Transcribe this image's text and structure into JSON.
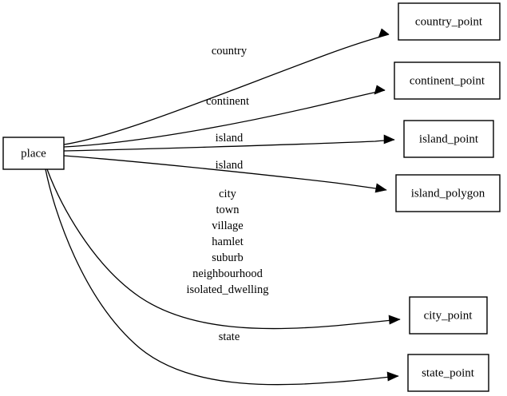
{
  "diagram": {
    "type": "graphviz-directed-graph",
    "background_color": "#ffffff",
    "line_color": "#000000",
    "node_fill_color": "#ffffff",
    "root": {
      "id": "place",
      "label": "place"
    },
    "targets": [
      {
        "id": "country_point",
        "label": "country_point"
      },
      {
        "id": "continent_point",
        "label": "continent_point"
      },
      {
        "id": "island_point",
        "label": "island_point"
      },
      {
        "id": "island_polygon",
        "label": "island_polygon"
      },
      {
        "id": "city_point",
        "label": "city_point"
      },
      {
        "id": "state_point",
        "label": "state_point"
      }
    ],
    "edges": [
      {
        "id": "edge-country",
        "from": "place",
        "to": "country_point",
        "label_lines": [
          "country"
        ]
      },
      {
        "id": "edge-continent",
        "from": "place",
        "to": "continent_point",
        "label_lines": [
          "continent"
        ]
      },
      {
        "id": "edge-island-point",
        "from": "place",
        "to": "island_point",
        "label_lines": [
          "island"
        ]
      },
      {
        "id": "edge-island-polygon",
        "from": "place",
        "to": "island_polygon",
        "label_lines": [
          "island"
        ]
      },
      {
        "id": "edge-city",
        "from": "place",
        "to": "city_point",
        "label_lines": [
          "city",
          "town",
          "village",
          "hamlet",
          "suburb",
          "neighbourhood",
          "isolated_dwelling"
        ]
      },
      {
        "id": "edge-state",
        "from": "place",
        "to": "state_point",
        "label_lines": [
          "state"
        ]
      }
    ]
  }
}
